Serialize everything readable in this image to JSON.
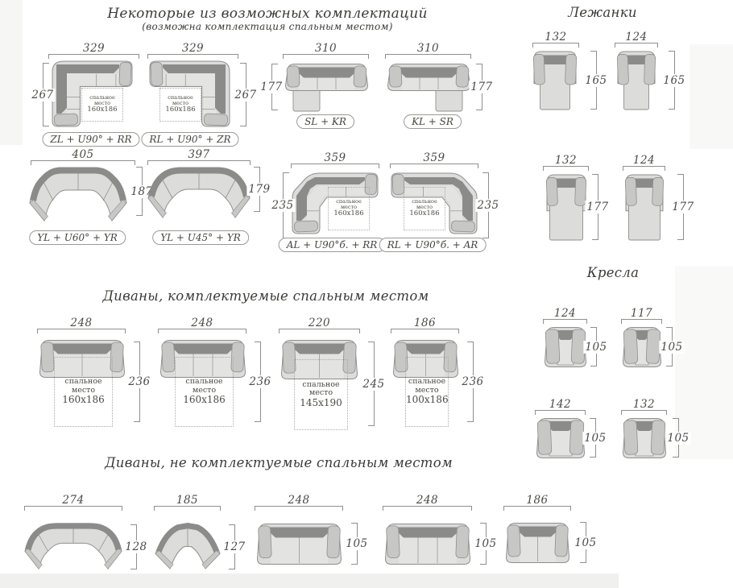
{
  "colors": {
    "body": "#dcdcda",
    "seat": "#e3e3e1",
    "back": "#8b8b89",
    "arm": "#c7c7c5",
    "outline": "#8f8f8d",
    "dim_text": "#4a4a48",
    "label_border": "#9a9a98"
  },
  "sections": {
    "configurations": {
      "title": "Некоторые из возможных комплектаций",
      "subtitle": "(возможна комплектация спальным местом)"
    },
    "loungers": {
      "title": "Лежанки"
    },
    "armchairs": {
      "title": "Кресла"
    },
    "sofas_with_bed": {
      "title": "Диваны, комплектуемые спальным местом"
    },
    "sofas_without_bed": {
      "title": "Диваны, не комплектуемые спальным местом"
    }
  },
  "sleeping_place": {
    "line1": "спальное",
    "line2": "место"
  },
  "figures": [
    {
      "id": "cfg1",
      "section": "configurations",
      "type": "corner-left",
      "width": "329",
      "height": "267",
      "dim_side": "left",
      "sleeping": "160х186",
      "label": "ZL + U90° + RR"
    },
    {
      "id": "cfg2",
      "section": "configurations",
      "type": "corner-right",
      "width": "329",
      "height": "267",
      "dim_side": "right",
      "sleeping": "160х186",
      "label": "RL + U90° + ZR"
    },
    {
      "id": "cfg3",
      "section": "configurations",
      "type": "chaise-left",
      "width": "310",
      "height": "177",
      "dim_side": "left",
      "label": "SL + KR"
    },
    {
      "id": "cfg4",
      "section": "configurations",
      "type": "chaise-right",
      "width": "310",
      "height": "177",
      "dim_side": "right",
      "label": "KL + SR"
    },
    {
      "id": "cfg5",
      "section": "configurations",
      "type": "curved-60",
      "width": "405",
      "height": "187",
      "dim_side": "right",
      "label": "YL + U60° + YR"
    },
    {
      "id": "cfg6",
      "section": "configurations",
      "type": "curved-45",
      "width": "397",
      "height": "179",
      "dim_side": "right",
      "label": "YL + U45° + YR"
    },
    {
      "id": "cfg7",
      "section": "configurations",
      "type": "corner-bevel-left",
      "width": "359",
      "height": "235",
      "dim_side": "left",
      "sleeping": "160х186",
      "label": "AL + U90°б. + RR"
    },
    {
      "id": "cfg8",
      "section": "configurations",
      "type": "corner-bevel-right",
      "width": "359",
      "height": "235",
      "dim_side": "right",
      "sleeping": "160х186",
      "label": "RL + U90°б. + AR"
    },
    {
      "id": "lo1",
      "section": "loungers",
      "type": "lounger",
      "width": "132",
      "height": "165",
      "dim_side": "right"
    },
    {
      "id": "lo2",
      "section": "loungers",
      "type": "lounger",
      "width": "124",
      "height": "165",
      "dim_side": "right"
    },
    {
      "id": "lo3",
      "section": "loungers",
      "type": "lounger-wide",
      "width": "132",
      "height": "177",
      "dim_side": "right"
    },
    {
      "id": "lo4",
      "section": "loungers",
      "type": "lounger-wide",
      "width": "124",
      "height": "177",
      "dim_side": "right"
    },
    {
      "id": "ar1",
      "section": "armchairs",
      "type": "armchair",
      "width": "124",
      "height": "105",
      "dim_side": "right"
    },
    {
      "id": "ar2",
      "section": "armchairs",
      "type": "armchair",
      "width": "117",
      "height": "105",
      "dim_side": "right"
    },
    {
      "id": "ar3",
      "section": "armchairs",
      "type": "armchair",
      "width": "142",
      "height": "105",
      "dim_side": "right"
    },
    {
      "id": "ar4",
      "section": "armchairs",
      "type": "armchair",
      "width": "132",
      "height": "105",
      "dim_side": "right"
    },
    {
      "id": "sb1",
      "section": "sofas_with_bed",
      "type": "straight-2",
      "width": "248",
      "height": "236",
      "dim_side": "right",
      "sleeping": "160х186"
    },
    {
      "id": "sb2",
      "section": "sofas_with_bed",
      "type": "straight-3",
      "width": "248",
      "height": "236",
      "dim_side": "right",
      "sleeping": "160х186"
    },
    {
      "id": "sb3",
      "section": "sofas_with_bed",
      "type": "straight-2",
      "width": "220",
      "height": "245",
      "dim_side": "right",
      "sleeping": "145х190"
    },
    {
      "id": "sb4",
      "section": "sofas_with_bed",
      "type": "straight-2",
      "width": "186",
      "height": "236",
      "dim_side": "right",
      "sleeping": "100х186"
    },
    {
      "id": "nb1",
      "section": "sofas_without_bed",
      "type": "curved-3",
      "width": "274",
      "height": "128",
      "dim_side": "right"
    },
    {
      "id": "nb2",
      "section": "sofas_without_bed",
      "type": "curved-2",
      "width": "185",
      "height": "127",
      "dim_side": "right"
    },
    {
      "id": "nb3",
      "section": "sofas_without_bed",
      "type": "straight-2",
      "width": "248",
      "height": "105",
      "dim_side": "right"
    },
    {
      "id": "nb4",
      "section": "sofas_without_bed",
      "type": "straight-3",
      "width": "248",
      "height": "105",
      "dim_side": "right"
    },
    {
      "id": "nb5",
      "section": "sofas_without_bed",
      "type": "straight-2",
      "width": "186",
      "height": "105",
      "dim_side": "right"
    }
  ]
}
